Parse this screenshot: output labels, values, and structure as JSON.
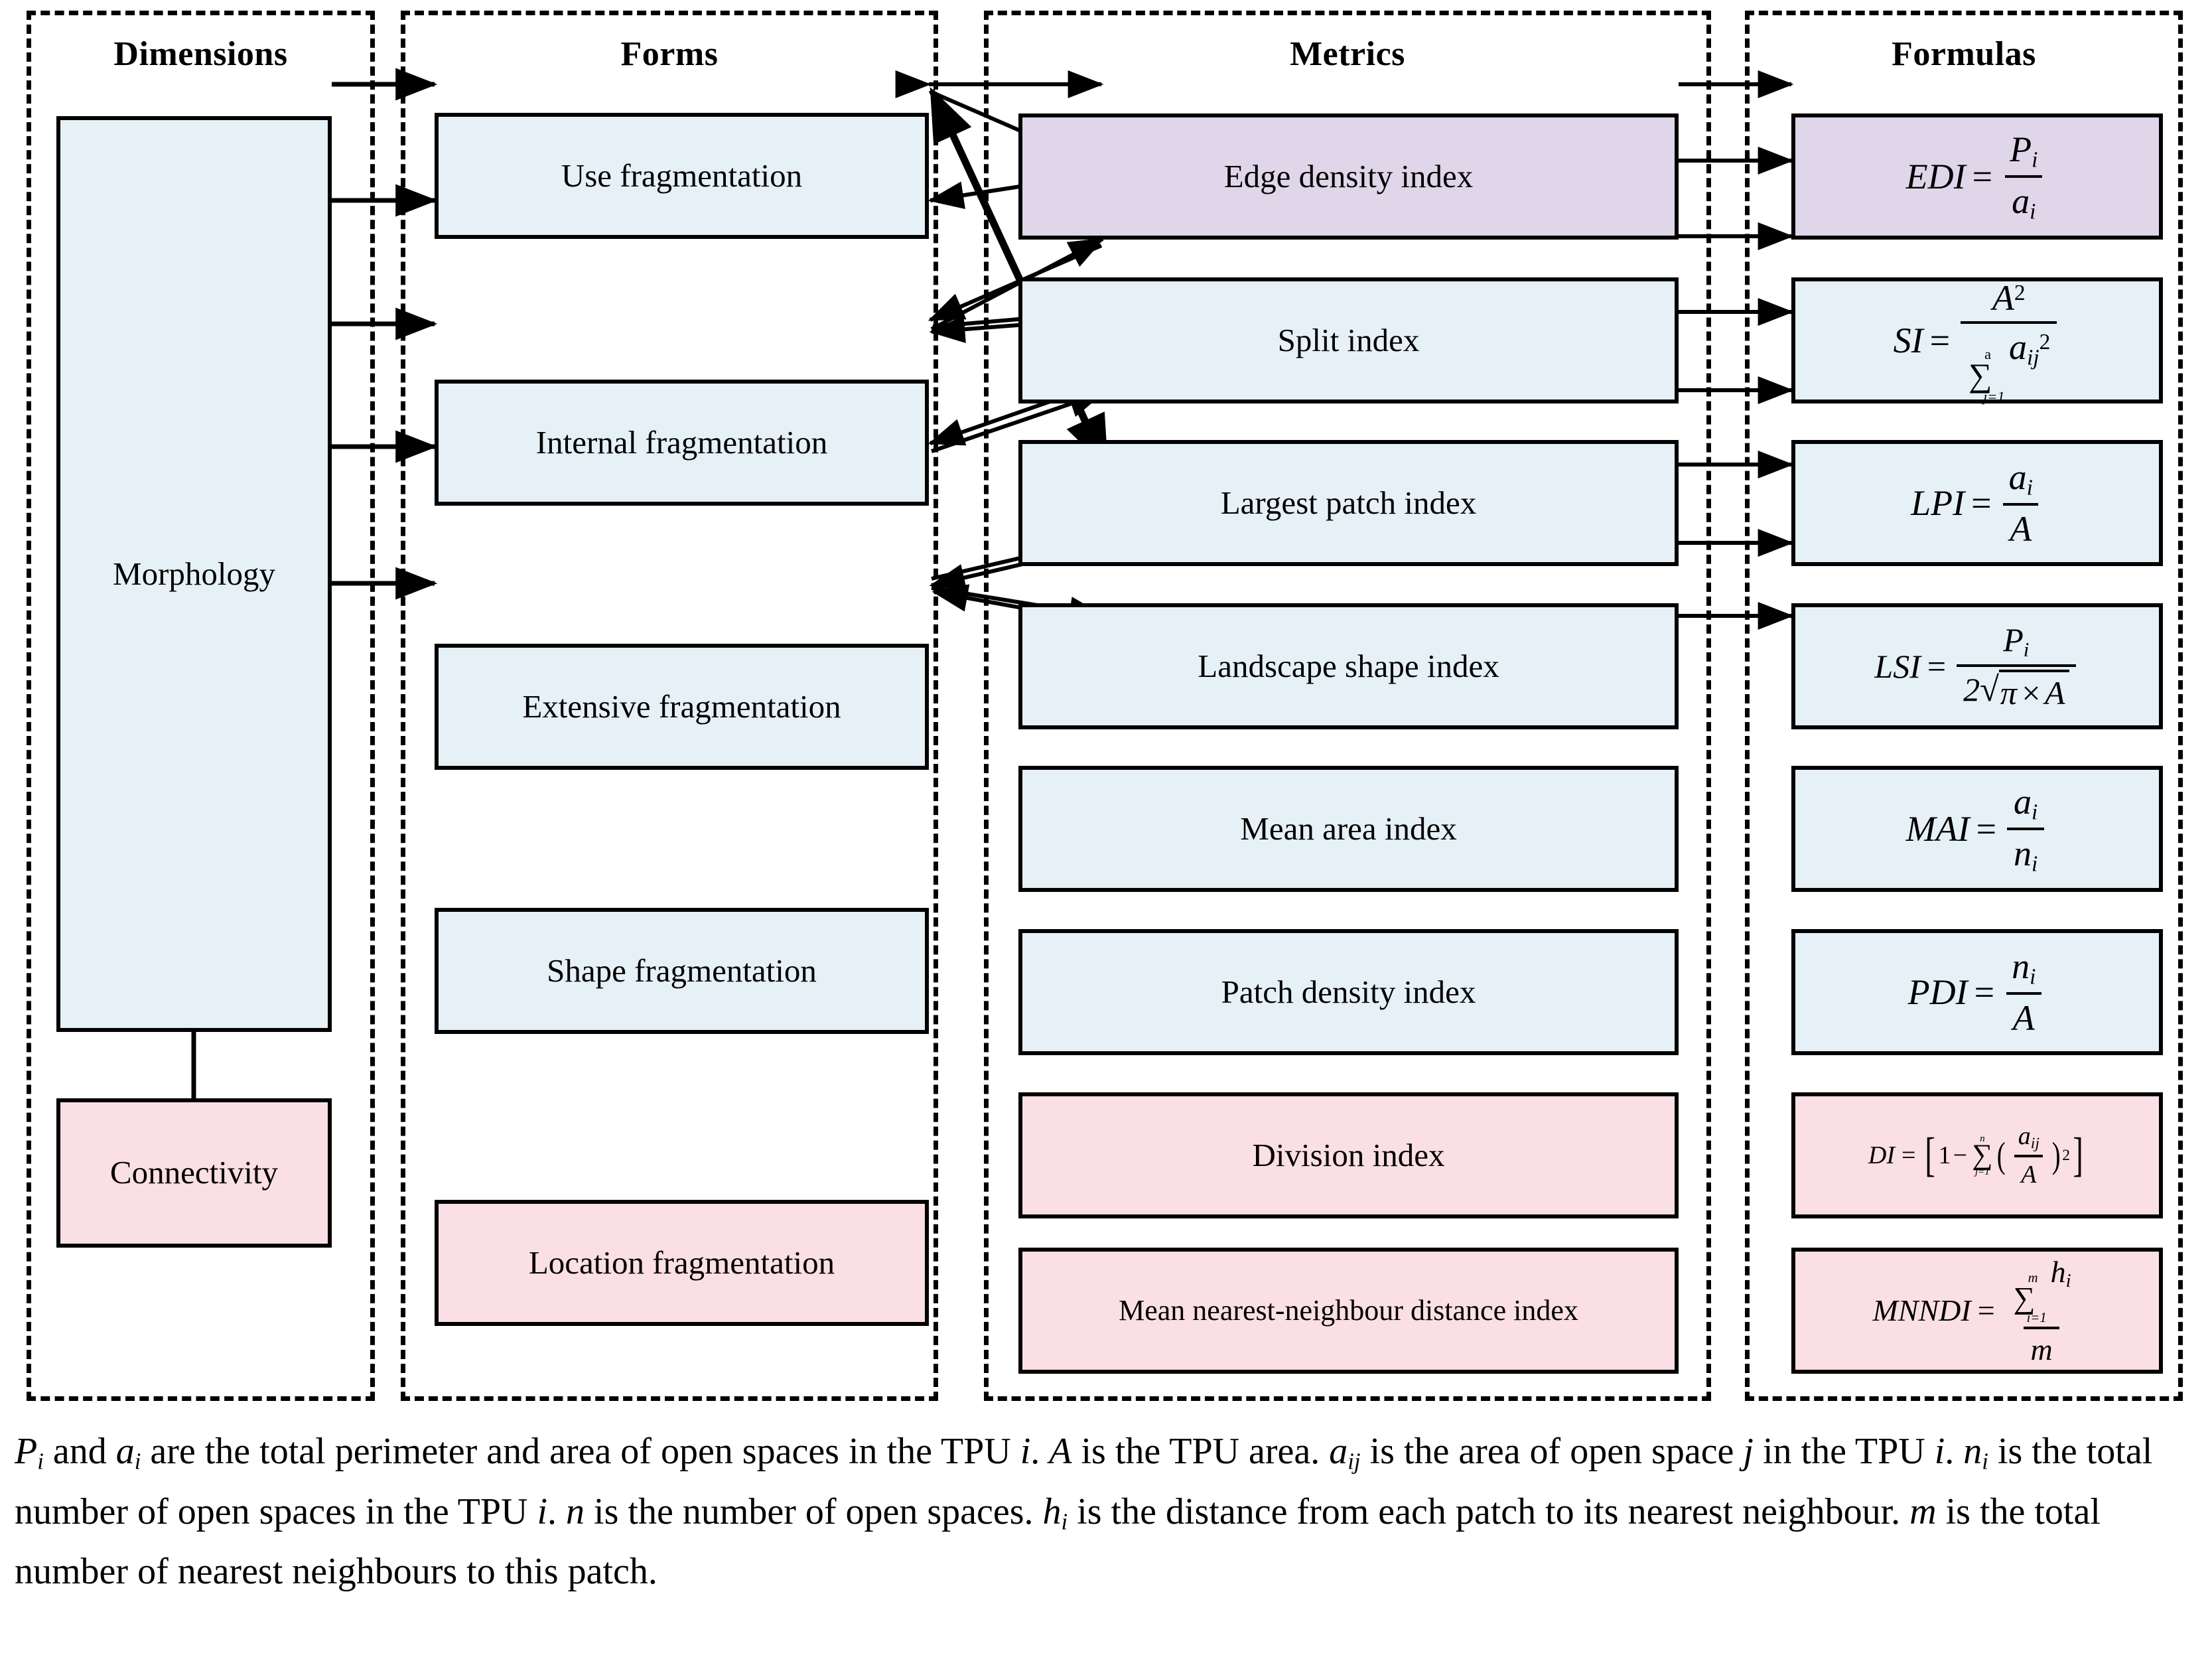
{
  "columns": [
    {
      "id": "dimensions",
      "title": "Dimensions"
    },
    {
      "id": "forms",
      "title": "Forms"
    },
    {
      "id": "metrics",
      "title": "Metrics"
    },
    {
      "id": "formulas",
      "title": "Formulas"
    }
  ],
  "dimensions": {
    "items": [
      {
        "label": "Morphology",
        "color": "#e6f0f7"
      },
      {
        "label": "Connectivity",
        "color": "#fadfe4"
      }
    ]
  },
  "forms": {
    "items": [
      {
        "label": "Use fragmentation",
        "color": "#e6f0f7"
      },
      {
        "label": "Internal fragmentation",
        "color": "#e6f0f7"
      },
      {
        "label": "Extensive fragmentation",
        "color": "#e6f0f7"
      },
      {
        "label": "Shape fragmentation",
        "color": "#e6f0f7"
      },
      {
        "label": "Location fragmentation",
        "color": "#fadfe4"
      }
    ]
  },
  "metrics": {
    "items": [
      {
        "label": "Edge density index",
        "color": "#e0d6ea"
      },
      {
        "label": "Split index",
        "color": "#e6f0f7"
      },
      {
        "label": "Largest patch index",
        "color": "#e6f0f7"
      },
      {
        "label": "Landscape shape index",
        "color": "#e6f0f7"
      },
      {
        "label": "Mean area index",
        "color": "#e6f0f7"
      },
      {
        "label": "Patch density index",
        "color": "#e6f0f7"
      },
      {
        "label": "Division index",
        "color": "#fadfe4"
      },
      {
        "label": "Mean nearest-neighbour distance index",
        "color": "#fadfe4"
      }
    ]
  },
  "formulas": {
    "items": [
      {
        "name": "EDI",
        "text": "EDI = P_i / a_i",
        "color": "#e0d6ea"
      },
      {
        "name": "SI",
        "text": "SI = A^2 / sum_{j=1}^{a} a_ij^2",
        "color": "#e6f0f7"
      },
      {
        "name": "LPI",
        "text": "LPI = a_i / A",
        "color": "#e6f0f7"
      },
      {
        "name": "LSI",
        "text": "LSI = P_i / (2 sqrt(pi x A))",
        "color": "#e6f0f7"
      },
      {
        "name": "MAI",
        "text": "MAI = a_i / n_i",
        "color": "#e6f0f7"
      },
      {
        "name": "PDI",
        "text": "PDI = n_i / A",
        "color": "#e6f0f7"
      },
      {
        "name": "DI",
        "text": "DI = [1 - sum_{j=1}^{n} (a_ij / A)^2]",
        "color": "#fadfe4"
      },
      {
        "name": "MNNDI",
        "text": "MNNDI = sum_{i=1}^{m} h_i / m",
        "color": "#fadfe4"
      }
    ]
  },
  "caption": {
    "line1_a": "P",
    "line1_b": " and ",
    "line1_c": "a",
    "line1_d": " are the total perimeter and area of open spaces in the TPU ",
    "full": "Pi and ai are the total perimeter and area of open spaces in the TPU i. A is the TPU area. aij is the area of open space j in the TPU i. ni is the total number of open spaces in the TPU i. n is the number of open spaces. hi is the distance from each patch to its nearest neighbour. m is the total number of nearest neighbours to this patch."
  },
  "colors": {
    "blue": "#e6f0f7",
    "pink": "#fadfe4",
    "purple": "#e0d6ea",
    "stroke": "#000000",
    "background": "#ffffff"
  }
}
